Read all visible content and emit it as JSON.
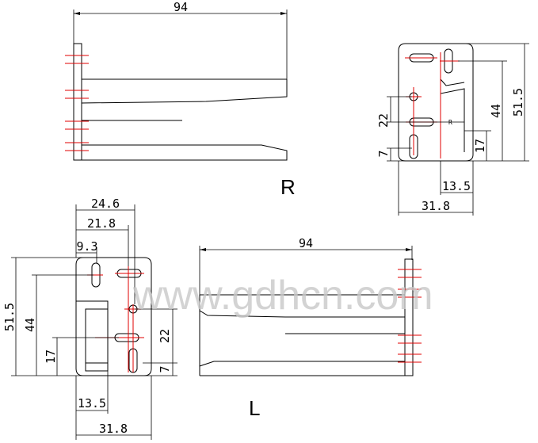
{
  "labels": {
    "top_view_length": "94",
    "right_side_label": "R",
    "left_side_label": "L",
    "bottom_view_length": "94",
    "r_height_total": "51.5",
    "r_height_mid": "44",
    "r_hole_pitch": "22",
    "r_channel_h": "17",
    "r_base_offset": "7",
    "r_channel_w": "13.5",
    "r_width_total": "31.8",
    "r_center_mark": "R",
    "l_dim_24_6": "24.6",
    "l_dim_21_8": "21.8",
    "l_dim_9_3": "9.3",
    "l_height_total": "51.5",
    "l_height_mid": "44",
    "l_channel_h": "17",
    "l_hole_pitch": "22",
    "l_base_offset": "7",
    "l_channel_w": "13.5",
    "l_width_total": "31.8",
    "watermark": "www.gdhcn.com"
  }
}
